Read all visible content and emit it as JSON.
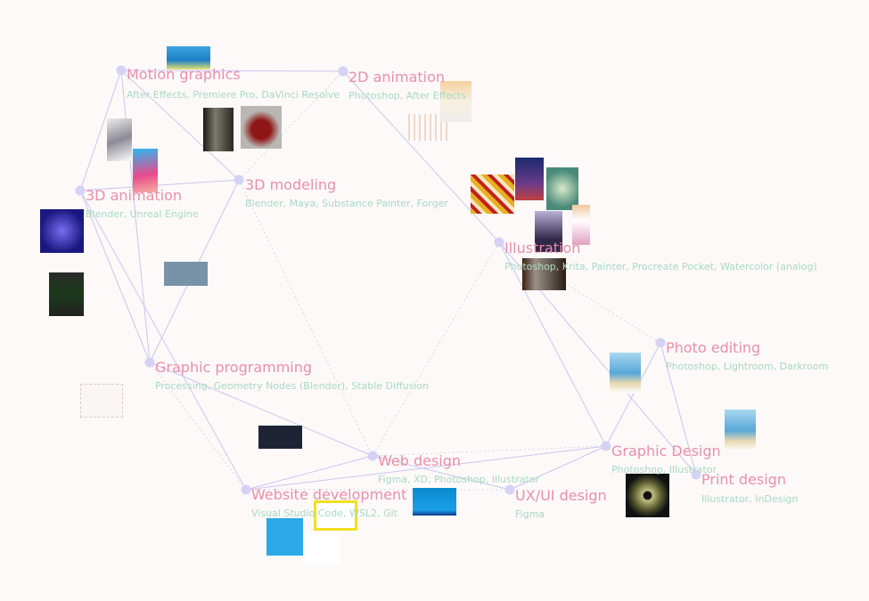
{
  "colors": {
    "title": "#e98fab",
    "subtitle": "#a9d9c2",
    "node": "#d6d2f5",
    "edge": "#c9c5f1"
  },
  "nodes": [
    {
      "id": "motion",
      "title": "Motion graphics",
      "tools": "After Effects, Premiere Pro, DaVinci Resolve"
    },
    {
      "id": "anim2d",
      "title": "2D animation",
      "tools": "Photoshop, After Effects"
    },
    {
      "id": "model3d",
      "title": "3D modeling",
      "tools": "Blender, Maya, Substance Painter, Forger"
    },
    {
      "id": "anim3d",
      "title": "3D animation",
      "tools": "Blender, Unreal Engine"
    },
    {
      "id": "illus",
      "title": "Illustration",
      "tools": "Photoshop, Krita, Painter, Procreate Pocket, Watercolor (analog)"
    },
    {
      "id": "gprog",
      "title": "Graphic programming",
      "tools": "Processing, Geometry Nodes (Blender), Stable Diffusion"
    },
    {
      "id": "photo",
      "title": "Photo editing",
      "tools": "Photoshop, Lightroom, Darkroom"
    },
    {
      "id": "webd",
      "title": "Web design",
      "tools": "Figma, XD, Photoshop, Illustrator"
    },
    {
      "id": "gdesign",
      "title": "Graphic Design",
      "tools": "Photoshop, Illustrator"
    },
    {
      "id": "print",
      "title": "Print design",
      "tools": "Illustrator, InDesign"
    },
    {
      "id": "webdev",
      "title": "Website development",
      "tools": "Visual Studio Code, WSL2, Git"
    },
    {
      "id": "uxui",
      "title": "UX/UI design",
      "tools": "Figma"
    }
  ]
}
